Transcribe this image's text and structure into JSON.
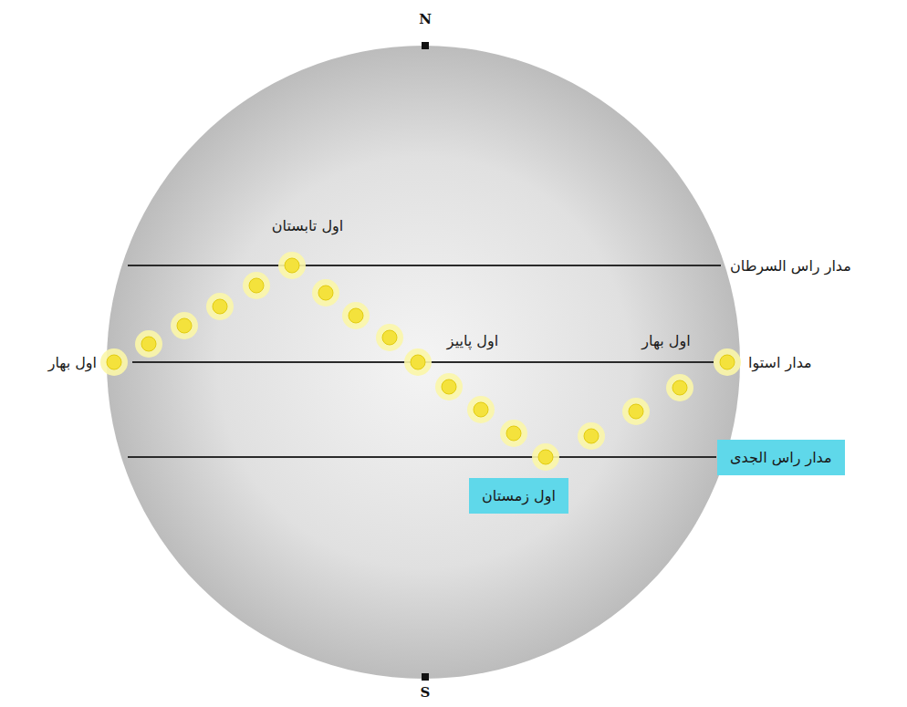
{
  "diagram": {
    "labels": [
      "N",
      "اول تابستان",
      "مدار راس السرطان",
      "اول بهار",
      "اول پاییز",
      "اول بهار",
      "مدار استوا",
      "مدار راس الجدی",
      "اول زمستان",
      "S"
    ]
  }
}
